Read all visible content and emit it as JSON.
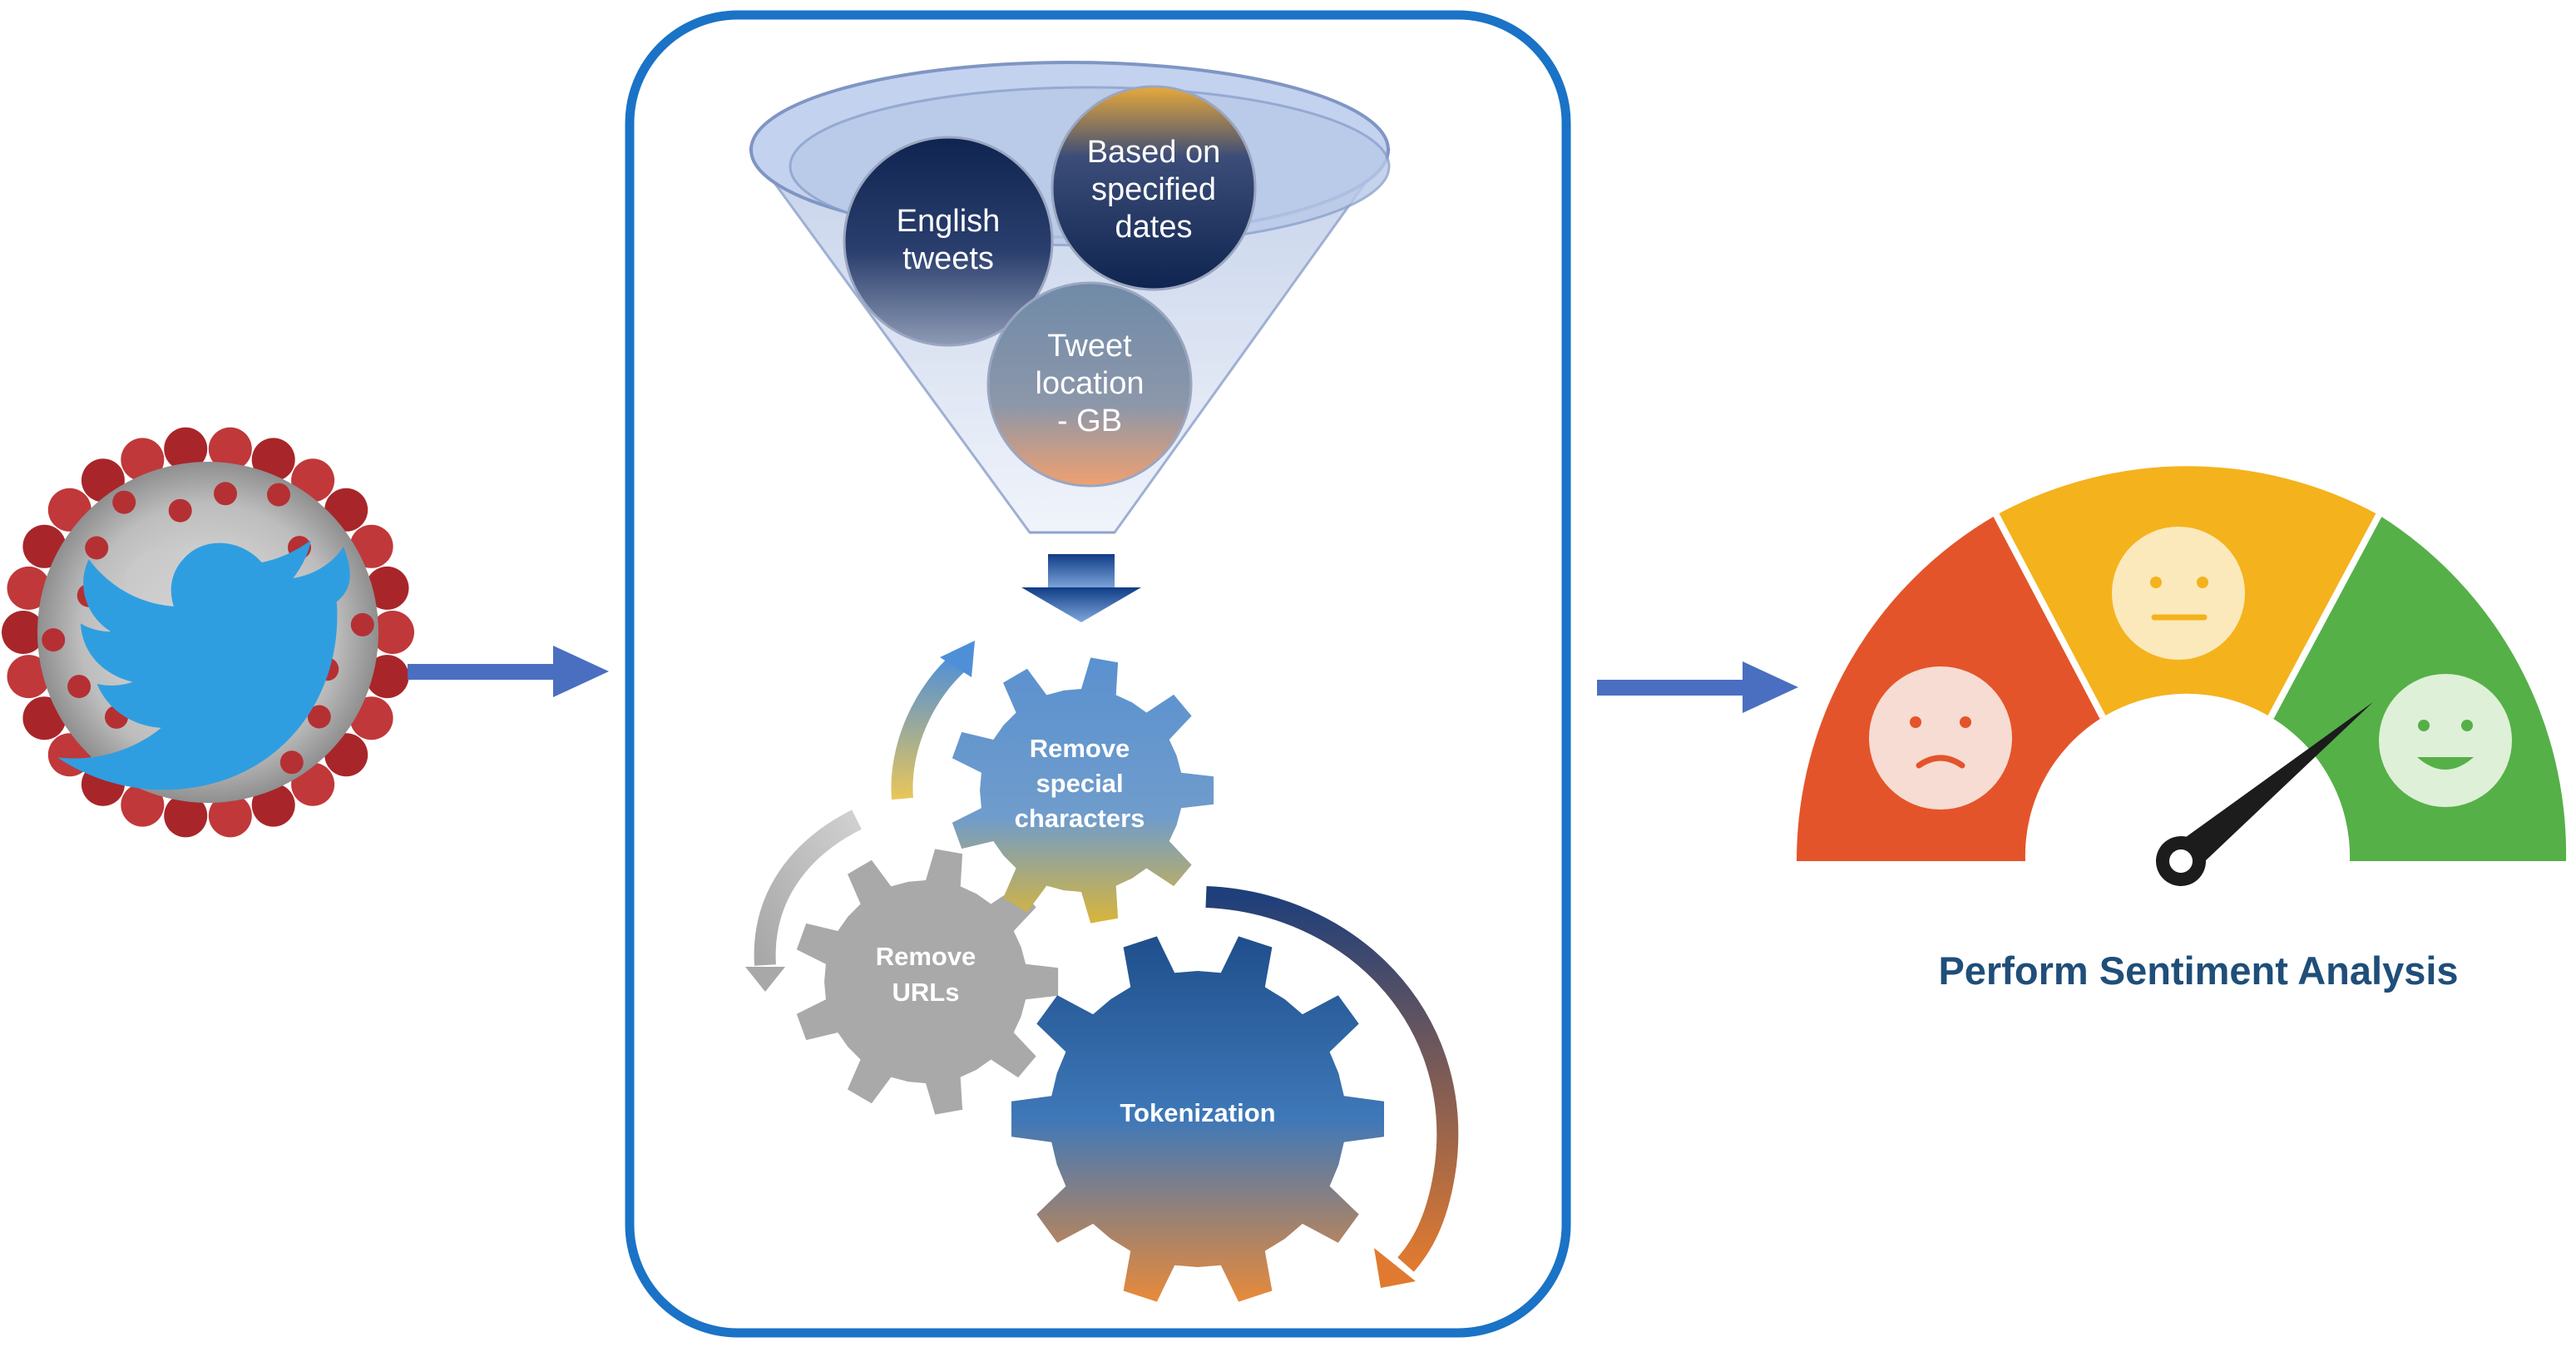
{
  "filter": {
    "circles": [
      {
        "id": "english",
        "lines": [
          "English",
          "tweets"
        ]
      },
      {
        "id": "dates",
        "lines": [
          "Based on",
          "specified",
          "dates"
        ]
      },
      {
        "id": "location",
        "lines": [
          "Tweet",
          "location",
          "- GB"
        ]
      }
    ]
  },
  "preprocessing": {
    "gears": [
      {
        "id": "special",
        "lines": [
          "Remove",
          "special",
          "characters"
        ]
      },
      {
        "id": "urls",
        "lines": [
          "Remove",
          "URLs"
        ]
      },
      {
        "id": "token",
        "lines": [
          "Tokenization"
        ]
      }
    ]
  },
  "output": {
    "title": "Perform Sentiment Analysis"
  },
  "gauge": {
    "segments": [
      "negative",
      "neutral",
      "positive"
    ],
    "needle_level": 0.78
  },
  "colors": {
    "frame": "#1a73c6",
    "flow_arrow": "#4a6fc0",
    "twitter": "#2f9ee0",
    "gauge_red": "#e4542a",
    "gauge_yellow": "#f4b21d",
    "gauge_green": "#55b048",
    "title": "#1f4e79"
  },
  "icons": [
    "covid-twitter-icon",
    "funnel-icon",
    "gear-icon",
    "gauge-icon",
    "sad-face-icon",
    "neutral-face-icon",
    "happy-face-icon"
  ]
}
